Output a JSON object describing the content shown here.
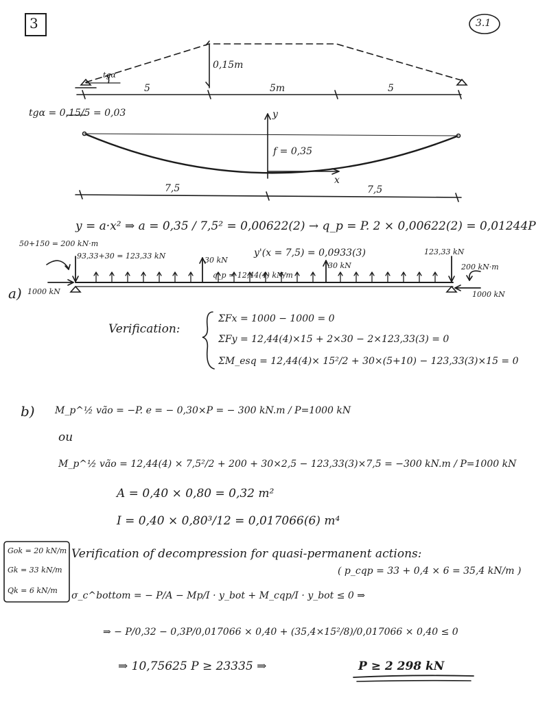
{
  "header": {
    "problem_number": "3",
    "page_label": "3.1"
  },
  "geometry": {
    "eccentricity": "0,15m",
    "tan_label": "tgα",
    "span_left": "5",
    "span_mid": "5m",
    "span_right": "5",
    "tan_value": "tgα = 0,15/5 = 0,03",
    "y_axis": "y",
    "x_axis": "x",
    "sag": "f = 0,35",
    "half_left": "7,5",
    "half_right": "7,5"
  },
  "parabola": {
    "eq": "y = a·x²  ⇒  a = 0,35 / 7,5² = 0,00622(2) → q_p = P. 2 × 0,00622(2) = 0,01244P",
    "slope": "y'(x = 7,5) = 0,0933(3)"
  },
  "loads": {
    "moment_left": "50+150 = 200 kN·m",
    "reaction_left": "93,33+30 = 123,33 kN",
    "force_30_left": "30 kN",
    "force_30_right": "30 kN",
    "qp": "q_p = 12,44(4) kN/m",
    "reaction_right": "123,33 kN",
    "moment_right": "200 kN·m",
    "axial_left": "1000 kN",
    "axial_right": "1000 kN",
    "part_a": "a)"
  },
  "verification": {
    "title": "Verification:",
    "eq1": "ΣFx = 1000 − 1000 = 0",
    "eq2": "ΣFy = 12,44(4)×15 + 2×30 − 2×123,33(3) = 0",
    "eq3": "ΣM_esq = 12,44(4)× 15²/2 + 30×(5+10) − 123,33(3)×15 = 0"
  },
  "part_b": {
    "label": "b)",
    "m1": "M_p^½ vão = −P. e = − 0,30×P = − 300 kN.m / P=1000 kN",
    "ou": "ou",
    "m2": "M_p^½ vão = 12,44(4) × 7,5²/2 + 200 + 30×2,5 − 123,33(3)×7,5 = −300 kN.m / P=1000 kN",
    "area": "A = 0,40 × 0,80 = 0,32 m²",
    "inertia": "I = 0,40 × 0,80³/12 = 0,017066(6) m⁴"
  },
  "actions_box": {
    "gok": "Gok = 20 kN/m",
    "gk": "Gk = 33 kN/m",
    "qk": "Qk = 6 kN/m"
  },
  "decompression": {
    "title": "Verification of decompression for quasi-permanent actions:",
    "pcqp": "( p_cqp = 33 + 0,4 × 6 = 35,4 kN/m )",
    "sigma": "σ_c^bottom = − P/A − Mp/I · y_bot + M_cqp/I · y_bot ≤ 0  ⇒",
    "step2": "⇒ − P/0,32 − 0,3P/0,017066 × 0,40 + (35,4×15²/8)/0,017066 × 0,40 ≤ 0",
    "result": "⇒ 10,75625 P ≥ 23335  ⇒",
    "final": "P ≥ 2 298 kN"
  }
}
